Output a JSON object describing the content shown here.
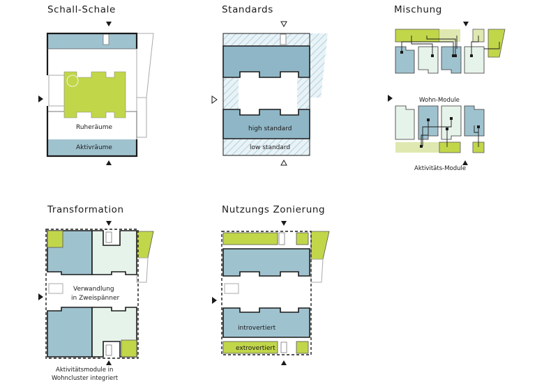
{
  "colors": {
    "blue": "#9fc2cf",
    "blue_dark": "#8fb6c6",
    "green": "#c2d64a",
    "green_light": "#dfe8b0",
    "mint": "#e6f3ea",
    "hatch": "#bcd8e3",
    "line": "#1a1a1a",
    "grey": "#aaaaaa"
  },
  "panels": {
    "schall": {
      "title": "Schall-Schale",
      "label_ruhe": "Ruheräume",
      "label_aktiv": "Aktivräume"
    },
    "standards": {
      "title": "Standards",
      "label_high": "high standard",
      "label_low": "low standard"
    },
    "mischung": {
      "title": "Mischung",
      "label_wohn": "Wohn-Module",
      "label_aktiv": "Aktivitäts-Module"
    },
    "transformation": {
      "title": "Transformation",
      "label_center_1": "Verwandlung",
      "label_center_2": "in Zweispänner",
      "label_bottom_1": "Aktivitätsmodule in",
      "label_bottom_2": "Wohncluster integriert"
    },
    "nutzung": {
      "title": "Nutzungs Zonierung",
      "label_intro": "introvertiert",
      "label_extro": "extrovertiert"
    }
  }
}
